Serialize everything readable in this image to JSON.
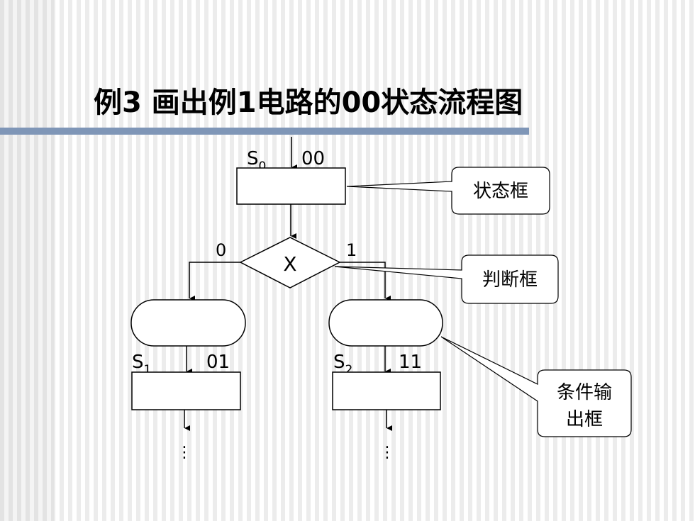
{
  "title": "例3 画出例1电路的00状态流程图",
  "diagram": {
    "s0": {
      "base": "S",
      "sub": "0",
      "code": "00"
    },
    "decision": {
      "label": "X",
      "branch_left": "0",
      "branch_right": "1"
    },
    "s1": {
      "base": "S",
      "sub": "1",
      "code": "01"
    },
    "s2": {
      "base": "S",
      "sub": "2",
      "code": "11"
    },
    "continuation": "⋮",
    "callouts": {
      "state_box": "状态框",
      "decision_box": "判断框",
      "conditional_output_line1": "条件输",
      "conditional_output_line2": "出框"
    }
  }
}
